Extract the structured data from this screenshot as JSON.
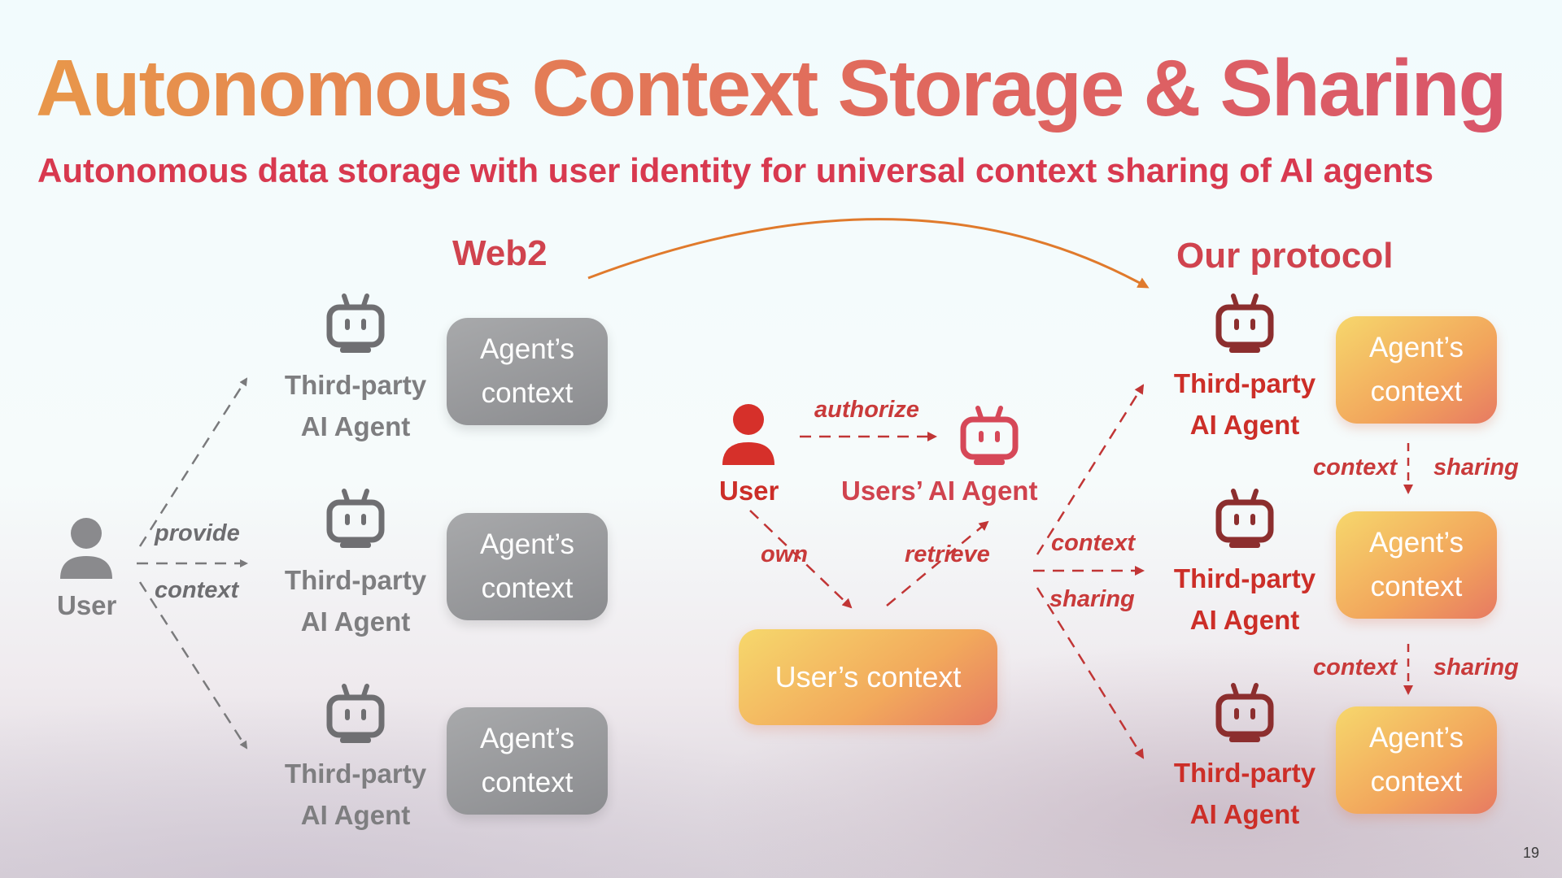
{
  "title": "Autonomous Context Storage & Sharing",
  "subtitle": "Autonomous data storage with user identity for universal context sharing of AI agents",
  "web2": {
    "label": "Web2",
    "user_label": "User",
    "provide_label": "provide",
    "context_label": "context",
    "agents": [
      {
        "line1": "Third-party",
        "line2": "AI Agent",
        "context_line1": "Agent’s",
        "context_line2": "context"
      },
      {
        "line1": "Third-party",
        "line2": "AI Agent",
        "context_line1": "Agent’s",
        "context_line2": "context"
      },
      {
        "line1": "Third-party",
        "line2": "AI Agent",
        "context_line1": "Agent’s",
        "context_line2": "context"
      }
    ]
  },
  "center": {
    "user_label": "User",
    "authorize_label": "authorize",
    "users_agent_label": "Users’ AI Agent",
    "own_label": "own",
    "retrieve_label": "retrieve",
    "user_context_label": "User’s context",
    "context_label": "context",
    "sharing_label": "sharing"
  },
  "protocol": {
    "label": "Our protocol",
    "agents": [
      {
        "line1": "Third-party",
        "line2": "AI Agent",
        "context_line1": "Agent’s",
        "context_line2": "context"
      },
      {
        "line1": "Third-party",
        "line2": "AI Agent",
        "context_line1": "Agent’s",
        "context_line2": "context"
      },
      {
        "line1": "Third-party",
        "line2": "AI Agent",
        "context_line1": "Agent’s",
        "context_line2": "context"
      }
    ],
    "links": [
      {
        "left": "context",
        "right": "sharing"
      },
      {
        "left": "context",
        "right": "sharing"
      }
    ]
  },
  "page_number": "19",
  "colors": {
    "grey": "#7e7e80",
    "red": "#cc2e28",
    "accent": "#d8394f",
    "arrow_orange": "#e07a2c"
  }
}
